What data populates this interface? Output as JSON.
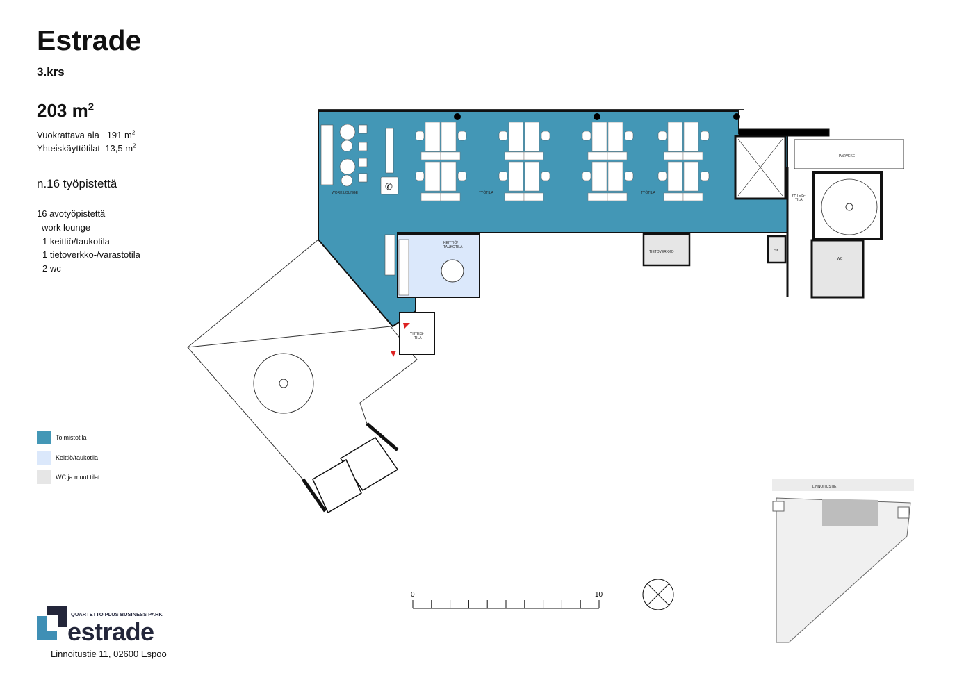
{
  "header": {
    "title": "Estrade",
    "floor": "3.krs",
    "total_area": "203 m",
    "total_area_sup": "2",
    "stats": [
      {
        "label": "Vuokrattava ala",
        "value": "191 m",
        "sup": "2"
      },
      {
        "label": "Yhteiskäyttötilat",
        "value": "13,5 m",
        "sup": "2"
      }
    ],
    "workstations": "n.16 työpistettä",
    "features": [
      "16 avotyöpistettä",
      "work lounge",
      "1 keittiö/taukotila",
      "1 tietoverkko-/varastotila",
      "2 wc"
    ]
  },
  "legend": [
    {
      "label": "Toimistotila",
      "color": "#4397b6"
    },
    {
      "label": "Keittiö/taukotila",
      "color": "#dbe8fb"
    },
    {
      "label": "WC ja muut tilat",
      "color": "#e6e6e6"
    }
  ],
  "plan": {
    "rooms": {
      "work_lounge": "WORK LOUNGE",
      "tyotila_1": "TYÖTILA",
      "tyotila_2": "TYÖTILA",
      "kitchen_1": "KEITTIÖ/",
      "kitchen_2": "TAUKOTILA",
      "tietoverkko": "TIETOVERKKO",
      "parveke": "PARVEKE",
      "yhteistila_a1": "YHTEIS-",
      "yhteistila_a2": "TILA",
      "yhteistila_b1": "YHTEIS-",
      "yhteistila_b2": "TILA",
      "wc": "WC",
      "sk": "SK"
    },
    "street": "LINNOITUSTIE"
  },
  "scale_bar": {
    "start": "0",
    "end": "10"
  },
  "logo": {
    "tagline": "QUARTETTO PLUS BUSINESS PARK",
    "wordmark": "estrade"
  },
  "address": "Linnoitustie 11, 02600 Espoo"
}
